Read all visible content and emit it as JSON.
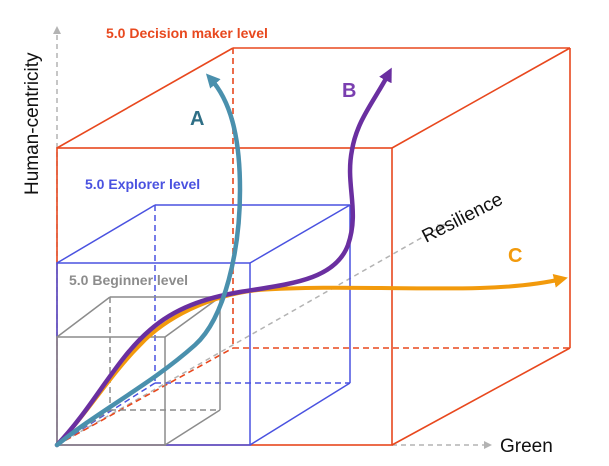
{
  "axes": {
    "vertical": "Human-centricity",
    "depth": "Resilience",
    "horizontal": "Green"
  },
  "levels": {
    "decision_maker": {
      "title": "5.0 Decision maker level",
      "color": "#e8481e"
    },
    "explorer": {
      "title": "5.0 Explorer level",
      "color": "#4a52e0"
    },
    "beginner": {
      "title": "5.0 Beginner level",
      "color": "#8c8c8c"
    }
  },
  "paths": {
    "a": {
      "label": "A",
      "color": "#4a90ad",
      "label_color": "#2f6f86"
    },
    "b": {
      "label": "B",
      "color": "#6a2fa0",
      "label_color": "#7a3fb0"
    },
    "c": {
      "label": "C",
      "color": "#f29a0c",
      "label_color": "#f29a0c"
    }
  },
  "colors": {
    "axis_arrow": "#b3b3b3"
  }
}
